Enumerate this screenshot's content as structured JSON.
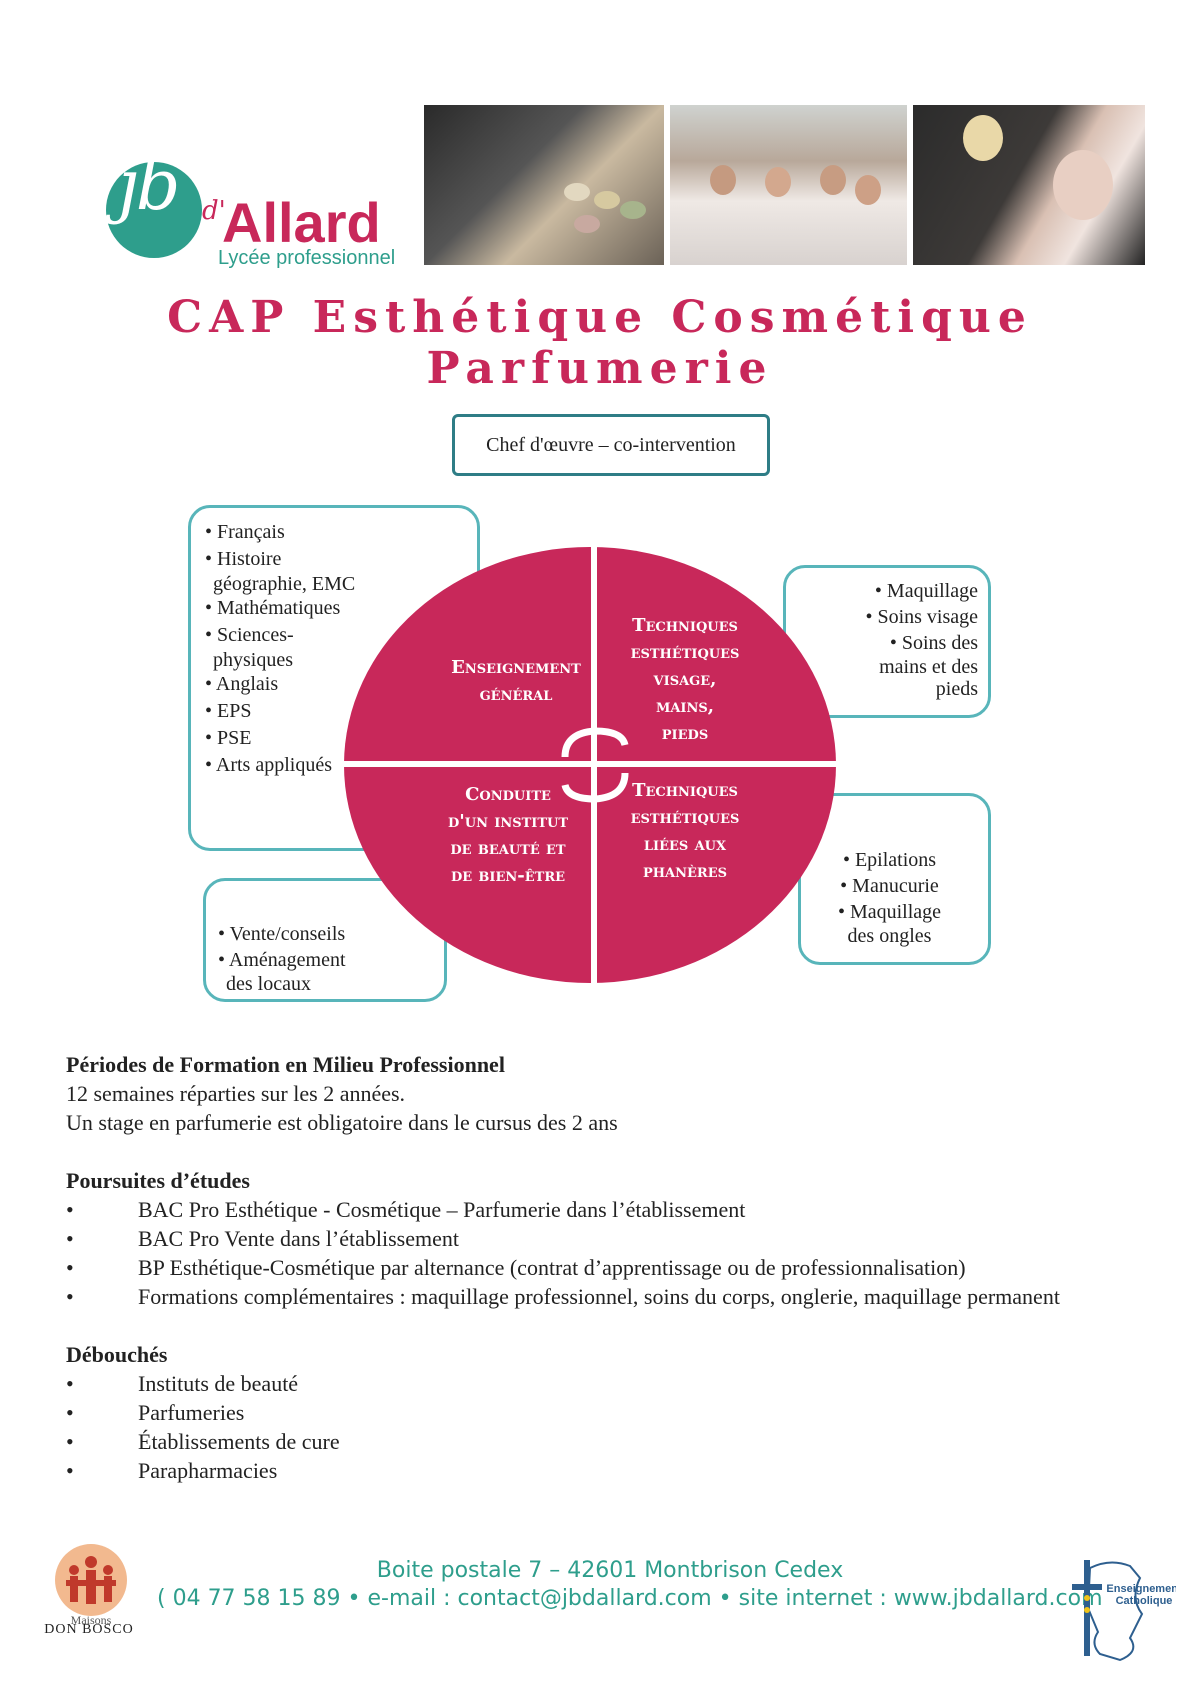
{
  "header": {
    "logo_jb": "jb",
    "logo_d": "d'",
    "logo_name": "Allard",
    "logo_sub": "Lycée professionnel",
    "title_part1": "CAP Esthétique Cosmétique ",
    "title_part2": "Parfumerie"
  },
  "diagram": {
    "top_box": "Chef d'œuvre – co-intervention",
    "quadrants": {
      "top_left": [
        "Enseignement",
        "général"
      ],
      "top_right": [
        "Techniques",
        "esthétiques",
        "visage,",
        "mains,",
        "pieds"
      ],
      "bottom_left": [
        "Conduite",
        "d'un institut",
        "de beauté et",
        "de bien-être"
      ],
      "bottom_right": [
        "Techniques",
        "esthétiques",
        "liées aux",
        "phanères"
      ]
    },
    "left_top_items": [
      "• Français",
      "• Histoire",
      "géographie, EMC",
      "• Mathématiques",
      "• Sciences-",
      "physiques",
      "• Anglais",
      "• EPS",
      "• PSE",
      "• Arts appliqués"
    ],
    "left_bottom_items": [
      "• Vente/conseils",
      "• Aménagement",
      "des locaux"
    ],
    "right_top_items": [
      "• Maquillage",
      "• Soins visage",
      "• Soins des",
      "mains et des",
      "pieds"
    ],
    "right_bottom_items": [
      "• Epilations",
      "• Manucurie",
      "• Maquillage",
      "des ongles"
    ]
  },
  "periodes": {
    "heading": "Périodes de Formation en Milieu Professionnel",
    "line1": "12 semaines réparties sur les 2 années.",
    "line2": "Un stage en parfumerie est obligatoire dans le cursus des 2 ans"
  },
  "poursuites": {
    "heading": "Poursuites d’études",
    "items": [
      "BAC Pro Esthétique - Cosmétique – Parfumerie dans l’établissement",
      "BAC Pro Vente dans l’établissement",
      "BP Esthétique-Cosmétique par alternance (contrat d’apprentissage ou de professionnalisation)",
      "Formations complémentaires : maquillage professionnel, soins du corps, onglerie, maquillage permanent"
    ]
  },
  "debouches": {
    "heading": "Débouchés",
    "items": [
      "Instituts de beauté",
      "Parfumeries",
      "Établissements de cure",
      "Parapharmacies"
    ]
  },
  "footer": {
    "address": "Boite postale 7 – 42601 Montbrison Cedex",
    "contact": "( 04 77 58 15 89 • e-mail : contact@jbdallard.com • site internet : www.jbdallard.com",
    "left_logo_text": "Maisons",
    "left_logo_name": "DON BOSCO",
    "right_logo_line1": "Enseignement",
    "right_logo_line2": "Catholique"
  },
  "colors": {
    "accent_pink": "#c8285a",
    "accent_teal": "#2e9e8c",
    "box_border": "#58b5ba"
  }
}
